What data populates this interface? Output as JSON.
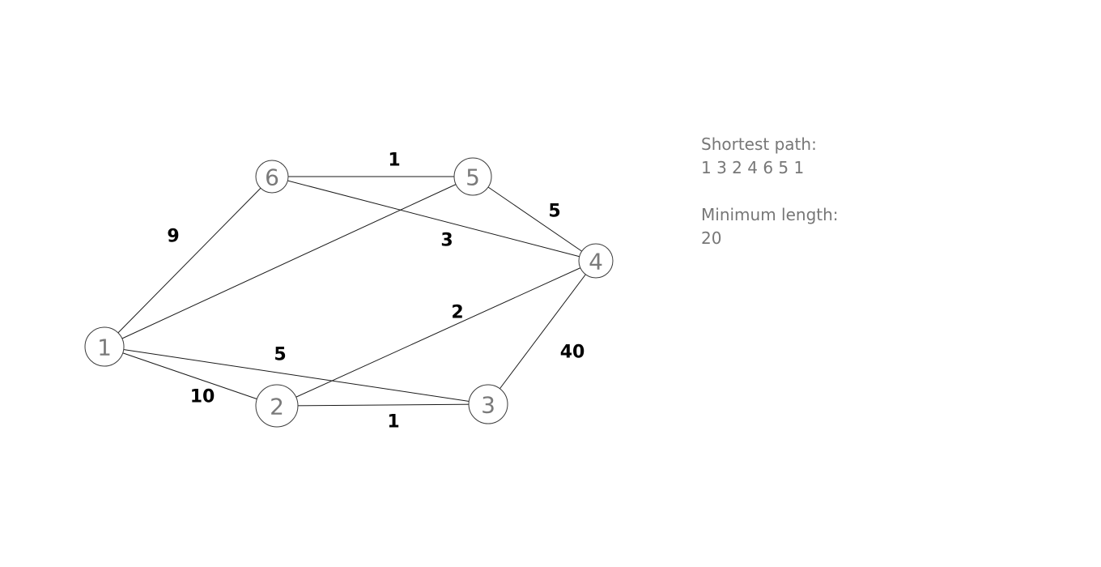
{
  "graph": {
    "nodes": [
      {
        "id": "1",
        "label": "1"
      },
      {
        "id": "2",
        "label": "2"
      },
      {
        "id": "3",
        "label": "3"
      },
      {
        "id": "4",
        "label": "4"
      },
      {
        "id": "5",
        "label": "5"
      },
      {
        "id": "6",
        "label": "6"
      }
    ],
    "edges": [
      {
        "from": "6",
        "to": "5",
        "weight": "1"
      },
      {
        "from": "6",
        "to": "4",
        "weight": "3"
      },
      {
        "from": "5",
        "to": "4",
        "weight": "5"
      },
      {
        "from": "1",
        "to": "6",
        "weight": "9"
      },
      {
        "from": "1",
        "to": "5",
        "weight": ""
      },
      {
        "from": "2",
        "to": "4",
        "weight": "2"
      },
      {
        "from": "1",
        "to": "3",
        "weight": "5"
      },
      {
        "from": "3",
        "to": "4",
        "weight": "40"
      },
      {
        "from": "1",
        "to": "2",
        "weight": "10"
      },
      {
        "from": "2",
        "to": "3",
        "weight": "1"
      }
    ]
  },
  "result": {
    "path_heading": "Shortest path:",
    "path_value": "1 3 2 4 6 5 1",
    "length_heading": "Minimum length:",
    "length_value": "20"
  },
  "colors": {
    "text": "#777777",
    "node_stroke": "#3a3a3a",
    "edge": "#1a1a1a",
    "weight": "#000000"
  }
}
